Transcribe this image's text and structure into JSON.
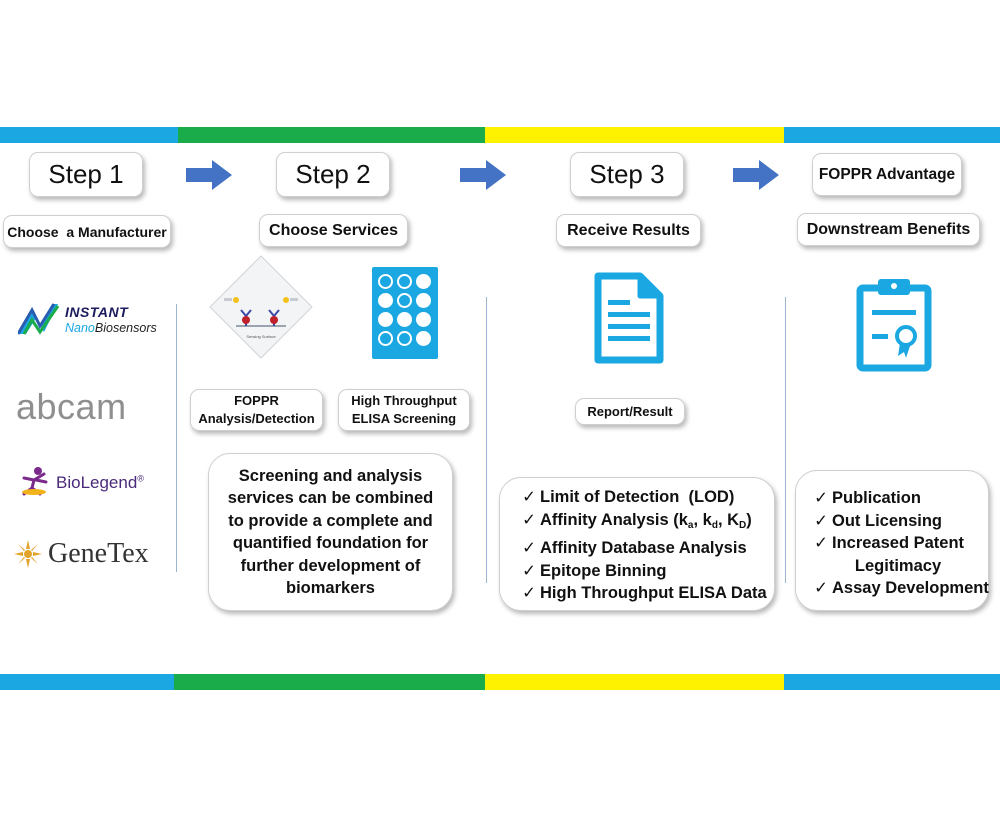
{
  "bands": {
    "colors": [
      "#1aa7e2",
      "#1aab4b",
      "#fef200",
      "#1aa7e2"
    ]
  },
  "accent_blue": "#1aa7e2",
  "arrow_color": "#4472c4",
  "steps": [
    {
      "label": "Step 1",
      "subtitle": "Choose  a Manufacturer"
    },
    {
      "label": "Step 2",
      "subtitle": "Choose Services"
    },
    {
      "label": "Step 3",
      "subtitle": "Receive Results"
    },
    {
      "label": "FOPPR Advantage",
      "subtitle": "Downstream Benefits"
    }
  ],
  "manufacturers": {
    "instant": {
      "line1": "INSTANT",
      "line2_prefix": "Nano",
      "line2_suffix": "Biosensors"
    },
    "abcam": "abcam",
    "biolegend": "BioLegend",
    "biolegend_mark": "®",
    "genetex": "GeneTex"
  },
  "services": {
    "diagram_small_text": [
      "Sensing Surface"
    ],
    "foppr_label_1": "FOPPR",
    "foppr_label_2": "Analysis/Detection",
    "elisa_label_1": "High Throughput",
    "elisa_label_2": "ELISA Screening",
    "description": "Screening and analysis services can be combined to provide a complete and quantified foundation for further development of biomarkers"
  },
  "results": {
    "report_label": "Report/Result",
    "items": {
      "lod": "Limit of Detection  (LOD)",
      "affinity_prefix": "Affinity Analysis (k",
      "affinity_a": "a",
      "affinity_sep1": ", k",
      "affinity_d": "d",
      "affinity_sep2": ", K",
      "affinity_D": "D",
      "affinity_suffix": ")",
      "database": "Affinity Database Analysis",
      "epitope": "Epitope Binning",
      "elisa": "High Throughput ELISA Data"
    }
  },
  "benefits": {
    "items": [
      "Publication",
      "Out Licensing",
      "Increased Patent",
      "Assay Development"
    ],
    "continuation": "Legitimacy"
  },
  "check_glyph": "✓"
}
